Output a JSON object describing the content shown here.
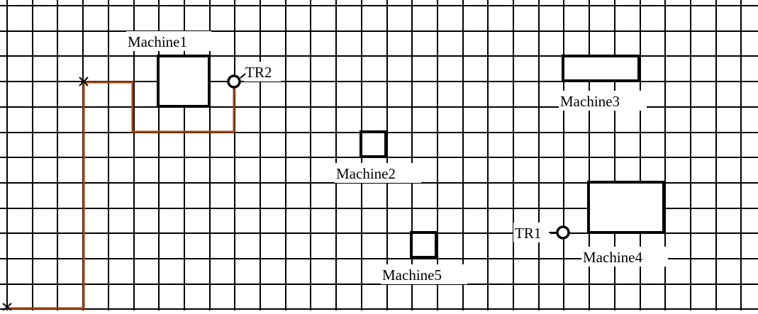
{
  "colors": {
    "background": "#ffffff",
    "grid": "#000000",
    "machine_stroke": "#000000",
    "path": "#a0400c",
    "label_background": "#ffffff"
  },
  "machines": [
    {
      "id": "machine1",
      "label": "Machine1"
    },
    {
      "id": "machine2",
      "label": "Machine2"
    },
    {
      "id": "machine3",
      "label": "Machine3"
    },
    {
      "id": "machine4",
      "label": "Machine4"
    },
    {
      "id": "machine5",
      "label": "Machine5"
    }
  ],
  "transfer_points": [
    {
      "id": "tr1",
      "label": "TR1"
    },
    {
      "id": "tr2",
      "label": "TR2"
    }
  ],
  "path_markers": [
    {
      "id": "start",
      "icon": "x-mark-icon"
    },
    {
      "id": "waypoint",
      "icon": "x-mark-icon"
    }
  ]
}
